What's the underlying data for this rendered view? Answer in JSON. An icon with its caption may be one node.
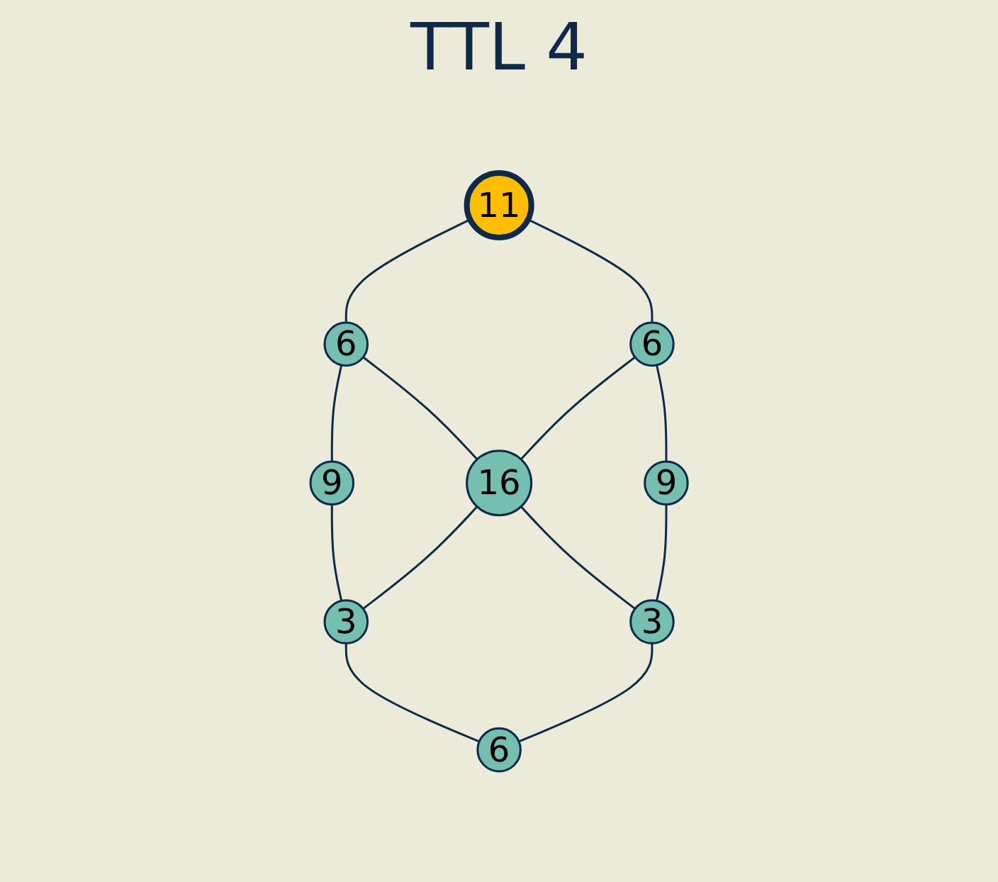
{
  "diagram": {
    "title": "TTL 4",
    "nodes": [
      {
        "text": [
          "11"
        ]
      },
      {
        "text": [
          "6"
        ]
      },
      {
        "text": [
          "9"
        ]
      },
      {
        "text": [
          "6"
        ]
      },
      {
        "text": [
          "16"
        ]
      },
      {
        "text": [
          "3"
        ]
      },
      {
        "text": [
          "9"
        ]
      },
      {
        "text": [
          "3"
        ]
      },
      {
        "text": [
          "6"
        ]
      }
    ],
    "edges": [
      {
        "from": 0,
        "to": 1,
        "arrow": "none"
      },
      {
        "from": 1,
        "to": 2,
        "arrow": "none"
      },
      {
        "from": 0,
        "to": 3,
        "arrow": "none"
      },
      {
        "from": 1,
        "to": 4,
        "arrow": "none"
      },
      {
        "from": 2,
        "to": 5,
        "arrow": "none"
      },
      {
        "from": 3,
        "to": 4,
        "arrow": "none"
      },
      {
        "from": 4,
        "to": 5,
        "arrow": "none"
      },
      {
        "from": 3,
        "to": 6,
        "arrow": "none"
      },
      {
        "from": 4,
        "to": 7,
        "arrow": "none"
      },
      {
        "from": 5,
        "to": 8,
        "arrow": "none"
      },
      {
        "from": 6,
        "to": 7,
        "arrow": "none"
      },
      {
        "from": 7,
        "to": 8,
        "arrow": "none"
      }
    ]
  }
}
